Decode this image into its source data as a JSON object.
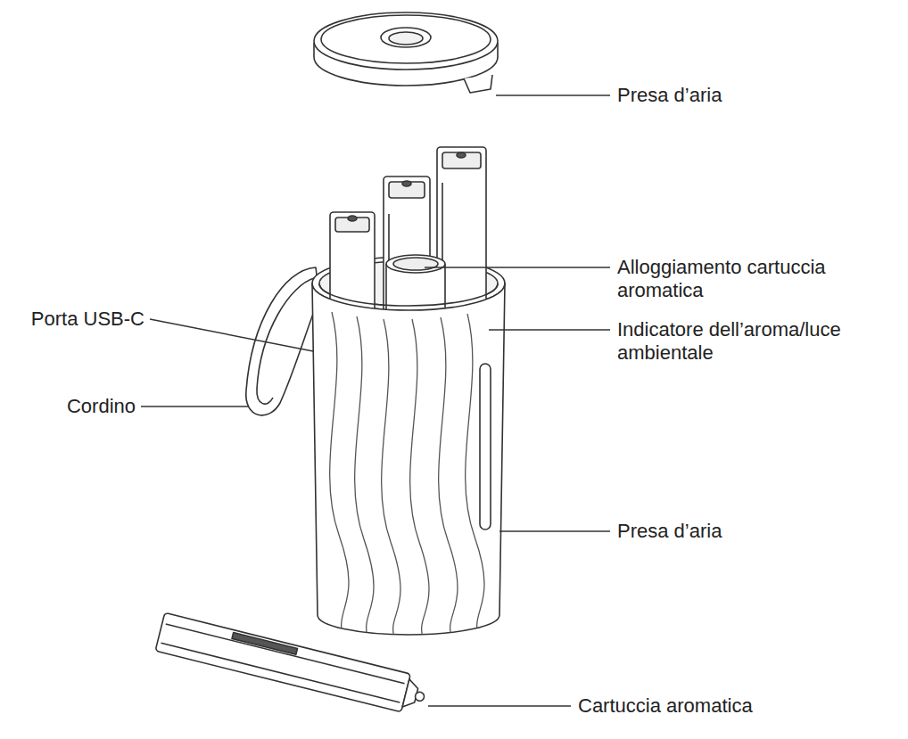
{
  "diagram": {
    "labels": [
      "Presa d’aria",
      "Alloggiamento cartuccia aromatica",
      "Porta USB-C",
      "Indicatore dell’aroma/luce ambientale",
      "Cordino",
      "Presa d’aria",
      "Cartuccia aromatica"
    ]
  }
}
